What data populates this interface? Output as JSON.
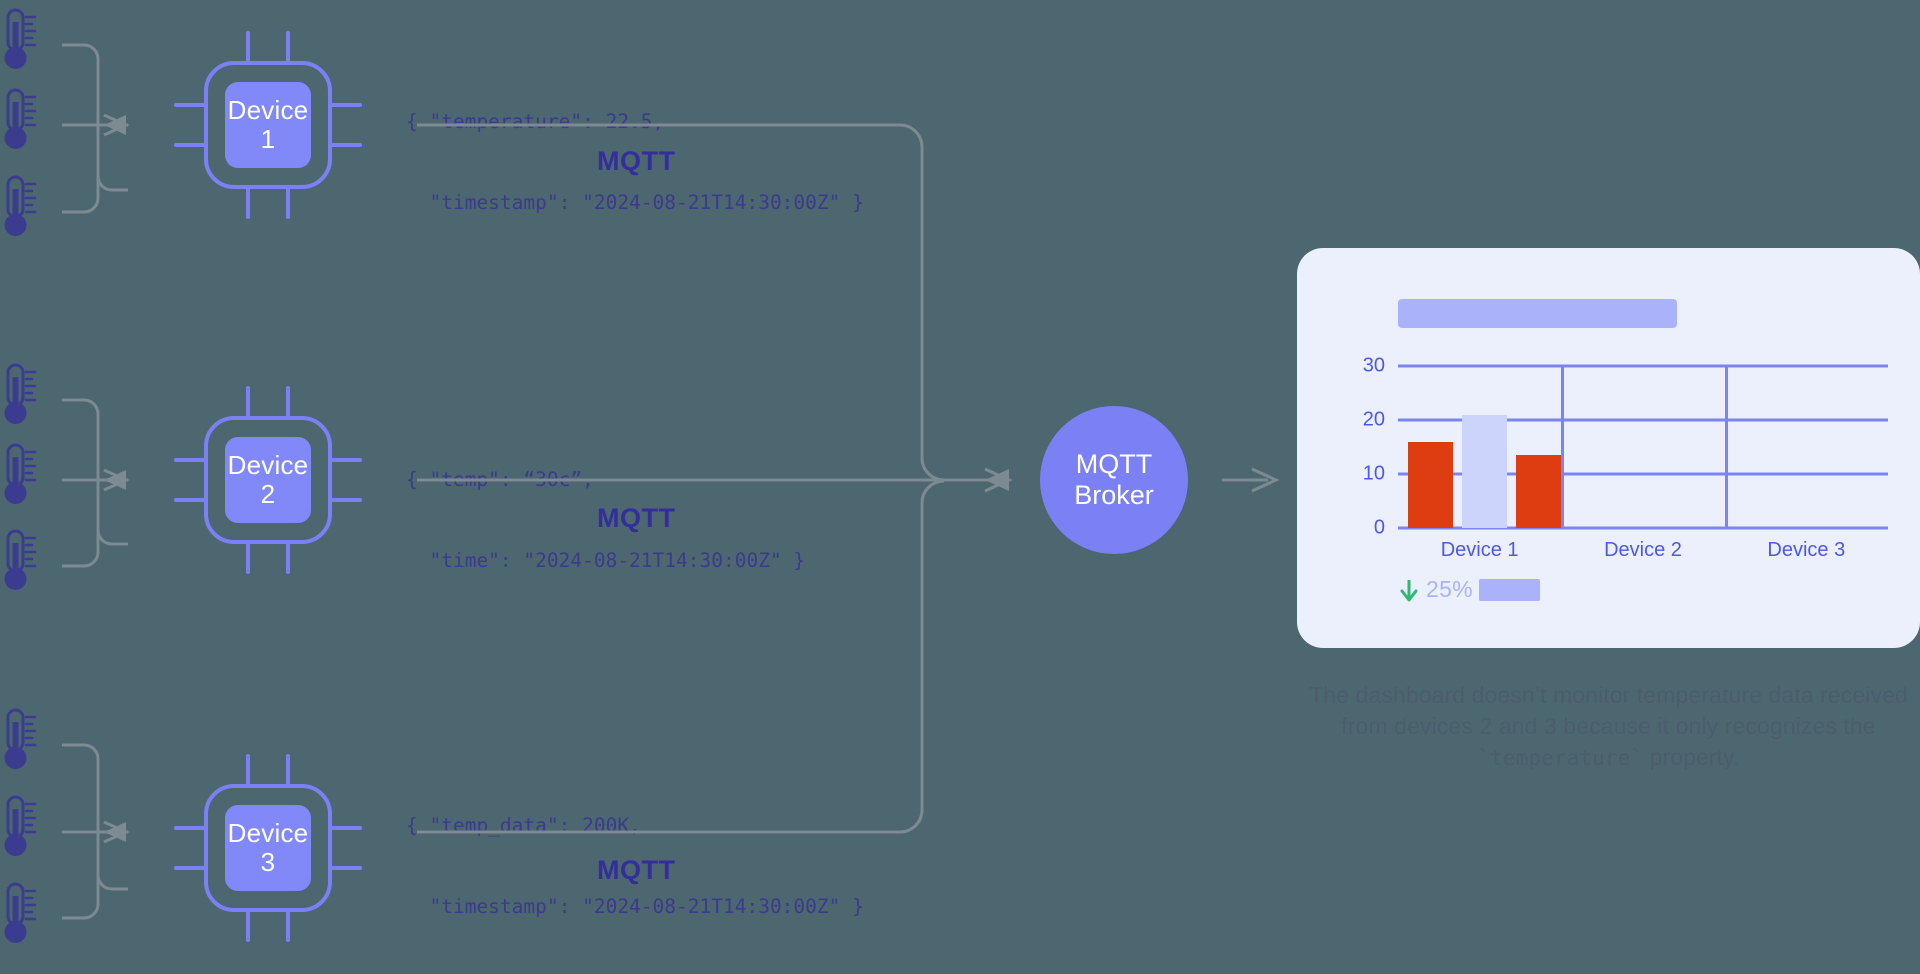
{
  "background_color": "#4d6771",
  "palette": {
    "chip_outline": "#7b81f5",
    "chip_fill": "#8189f8",
    "thermometer": "#3b3c8f",
    "connector_gray": "#7d8a91",
    "broker_fill": "#7b81f5",
    "card_background": "#ecf0fd",
    "grid_blue": "#7b85f0",
    "axis_text": "#4d58e8",
    "bar_red": "#dd3d11",
    "bar_blue": "#ccd4fb",
    "placeholder_blue": "#aab3f9",
    "trend_green": "#2eb872",
    "json_text": "#3b3a8c",
    "mqtt_label": "#332e9c",
    "caption_text": "#4b5d6d"
  },
  "sensors": [
    {
      "group": 1,
      "icon": "thermometer-icon",
      "count": 3
    },
    {
      "group": 2,
      "icon": "thermometer-icon",
      "count": 3
    },
    {
      "group": 3,
      "icon": "thermometer-icon",
      "count": 3
    }
  ],
  "devices": [
    {
      "id": "device-1",
      "label_line1": "Device",
      "label_line2": "1",
      "icon": "chip-icon",
      "payload_line1": "{ \"temperature\": 22.5,",
      "payload_line2": "  \"timestamp\": \"2024-08-21T14:30:00Z\" }",
      "protocol_label": "MQTT"
    },
    {
      "id": "device-2",
      "label_line1": "Device",
      "label_line2": "2",
      "icon": "chip-icon",
      "payload_line1": "{ \"temp\": “30c”,",
      "payload_line2": "  \"time\": \"2024-08-21T14:30:00Z\" }",
      "protocol_label": "MQTT"
    },
    {
      "id": "device-3",
      "label_line1": "Device",
      "label_line2": "3",
      "icon": "chip-icon",
      "payload_line1": "{ \"temp_data\": 200K,",
      "payload_line2": "  \"timestamp\": \"2024-08-21T14:30:00Z\" }",
      "protocol_label": "MQTT"
    }
  ],
  "broker": {
    "line1": "MQTT",
    "line2": "Broker",
    "icon": "broker-node"
  },
  "dashboard": {
    "title_placeholder": "",
    "trend": {
      "direction_icon": "arrow-down-icon",
      "value": "25%"
    }
  },
  "chart_data": {
    "type": "bar",
    "title": "",
    "categories": [
      "Device 1",
      "Device 2",
      "Device 3"
    ],
    "series": [
      {
        "name": "series-1",
        "color": "#dd3d11",
        "values": [
          16,
          null,
          null
        ]
      },
      {
        "name": "series-2",
        "color": "#ccd4fb",
        "values": [
          21,
          null,
          null
        ]
      },
      {
        "name": "series-3",
        "color": "#dd3d11",
        "values": [
          13.5,
          null,
          null
        ]
      }
    ],
    "yticks": [
      0,
      10,
      20,
      30
    ],
    "ylim": [
      0,
      30
    ],
    "xlabel": "",
    "ylabel": "",
    "grid": true,
    "legend": false
  },
  "caption": {
    "part1": "The dashboard doesn’t monitor temperature data received from devices 2 and 3 because it only recognizes the ",
    "code_open": "`",
    "code": "temperature",
    "code_close": "`",
    "part2": " property."
  }
}
